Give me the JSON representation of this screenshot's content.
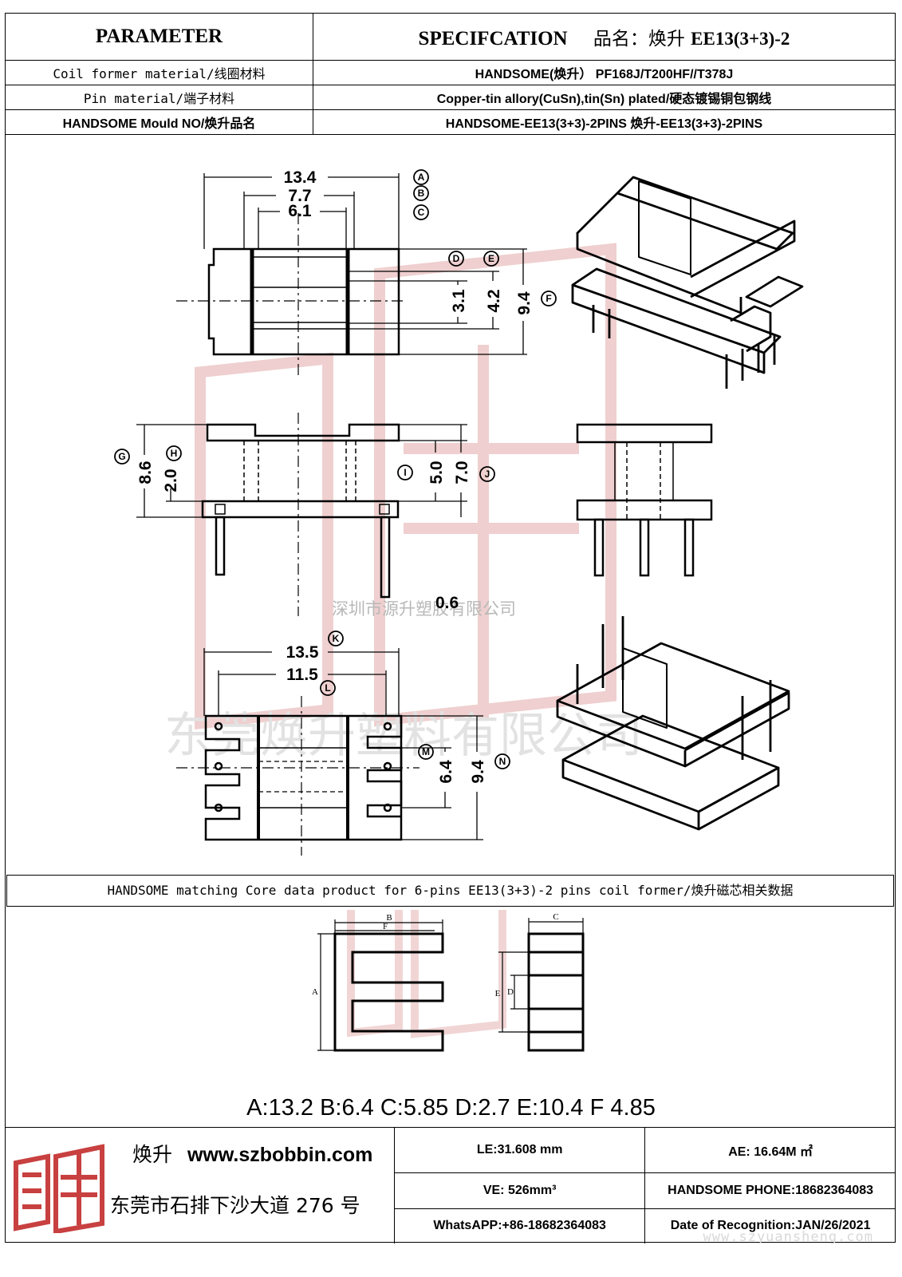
{
  "header": {
    "parameter": "PARAMETER",
    "specification": "SPECIFCATION",
    "name_label": "品名：焕升",
    "part_no": "EE13(3+3)-2"
  },
  "rows": [
    {
      "label": "Coil former material/线圈材料",
      "value": "HANDSOME(焕升）  PF168J/T200HF//T378J"
    },
    {
      "label": "Pin material/端子材料",
      "value": "Copper-tin allory(CuSn),tin(Sn) plated/硬态镀锡铜包钢线"
    },
    {
      "label": "HANDSOME Mould NO/焕升品名",
      "value": "HANDSOME-EE13(3+3)-2PINS   焕升-EE13(3+3)-2PINS"
    }
  ],
  "dims": {
    "top_w": "13.4",
    "top_b": "7.7",
    "top_c": "6.1",
    "d_val": "3.1",
    "e_val": "4.2",
    "f_val": "9.4",
    "g_val": "8.6",
    "h_val": "2.0",
    "i_val": "5.0",
    "j_val": "7.0",
    "k_val": "13.5",
    "l_val": "11.5",
    "m_val": "6.4",
    "n_val": "9.4",
    "pin_val": "0.6"
  },
  "markers": {
    "A": "A",
    "B": "B",
    "C": "C",
    "D": "D",
    "E": "E",
    "F": "F",
    "G": "G",
    "H": "H",
    "I": "I",
    "J": "J",
    "K": "K",
    "L": "L",
    "M": "M",
    "N": "N"
  },
  "watermark": {
    "cn_small": "深圳市源升塑胶有限公司",
    "cn_large": "东莞焕升塑料有限公司",
    "url": "www.szyuansheng.com"
  },
  "core": {
    "title": "HANDSOME matching Core data  product for 6-pins EE13(3+3)-2 pins coil former/焕升磁芯相关数据",
    "labels": {
      "a": "A",
      "b": "B",
      "c": "C",
      "d": "D",
      "e": "E",
      "f": "F"
    },
    "data": "A:13.2 B:6.4 C:5.85 D:2.7 E:10.4 F 4.85"
  },
  "footer": {
    "brand_cn": "焕升",
    "website": "www.szbobbin.com",
    "address": "东莞市石排下沙大道 276 号",
    "le": "LE:31.608 mm",
    "ae": "AE: 16.64M ㎡",
    "ve": "VE: 526mm³",
    "phone": "HANDSOME PHONE:18682364083",
    "whatsapp": "WhatsAPP:+86-18682364083",
    "date": "Date of Recognition:JAN/26/2021"
  },
  "colors": {
    "watermark": "#e8b8b8",
    "logo": "#c84040"
  }
}
